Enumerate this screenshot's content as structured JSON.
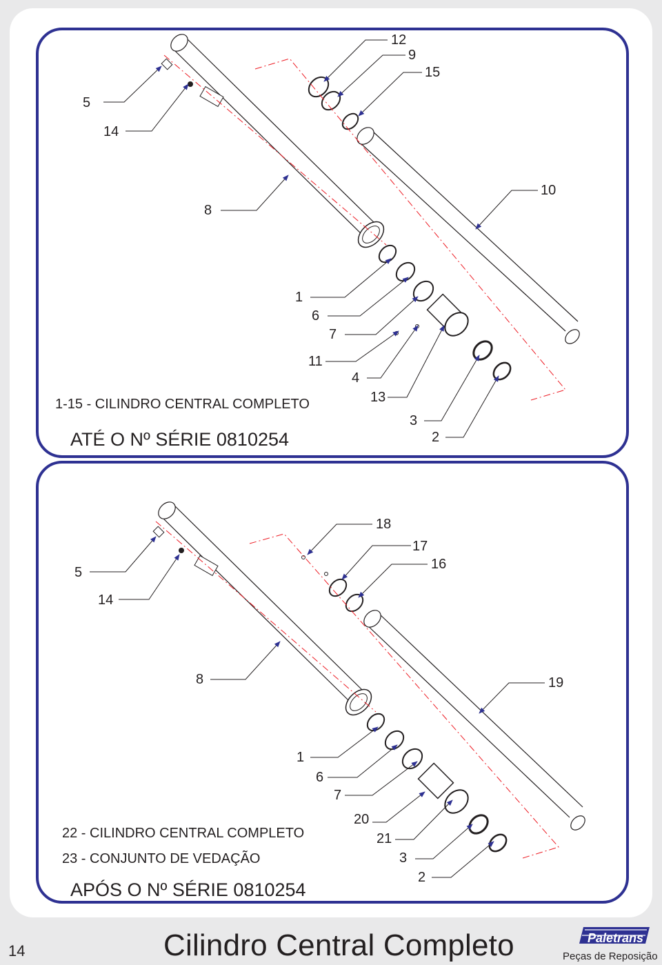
{
  "top_panel": {
    "callouts": [
      "5",
      "14",
      "8",
      "12",
      "9",
      "15",
      "10",
      "1",
      "6",
      "7",
      "11",
      "4",
      "13",
      "3",
      "2"
    ],
    "caption": "1-15  - CILINDRO CENTRAL COMPLETO",
    "series_note": "ATÉ O Nº SÉRIE 0810254"
  },
  "bottom_panel": {
    "callouts": [
      "5",
      "14",
      "18",
      "17",
      "16",
      "8",
      "19",
      "1",
      "6",
      "7",
      "20",
      "21",
      "3",
      "2"
    ],
    "caption_lines": [
      "22 - CILINDRO CENTRAL COMPLETO",
      "23 - CONJUNTO DE VEDAÇÃO"
    ],
    "series_note": "APÓS O Nº SÉRIE 0810254"
  },
  "footer": {
    "page_number": "14",
    "title": "Cilindro Central Completo",
    "brand_name": "Paletrans",
    "brand_tagline": "Peças de Reposição"
  },
  "colors": {
    "panel_border": "#2e3192",
    "leader_arrow": "#2e3192",
    "centerline": "#ed1c24",
    "ink": "#231f20",
    "page_background": "#e9e9ea"
  }
}
